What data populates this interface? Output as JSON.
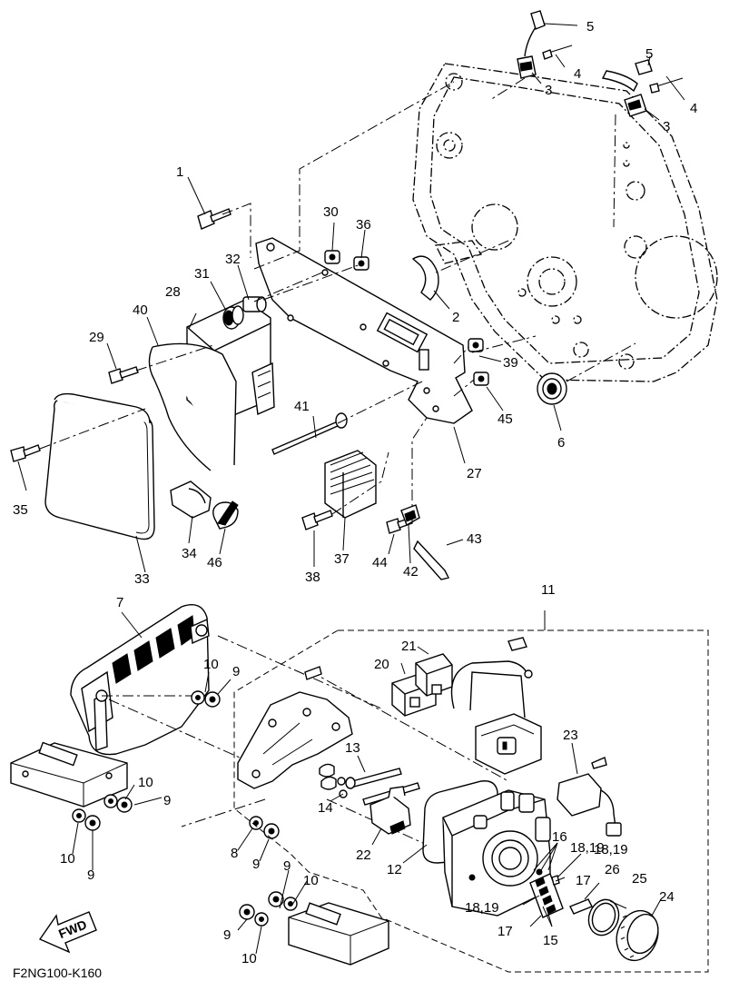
{
  "diagram": {
    "code": "F2NG100-K160",
    "direction_badge": "FWD",
    "callouts": {
      "c1": "1",
      "c2": "2",
      "c3a": "3",
      "c3b": "3",
      "c4a": "4",
      "c4b": "4",
      "c5a": "5",
      "c5b": "5",
      "c6": "6",
      "c7": "7",
      "c8": "8",
      "c9a": "9",
      "c9b": "9",
      "c9c": "9",
      "c9d": "9",
      "c9e": "9",
      "c9f": "9",
      "c10a": "10",
      "c10b": "10",
      "c10c": "10",
      "c10d": "10",
      "c10e": "10",
      "c11": "11",
      "c12": "12",
      "c13": "13",
      "c14": "14",
      "c15": "15",
      "c16": "16",
      "c17a": "17",
      "c17b": "17",
      "c18_19a": "18,19",
      "c18_19b": "18,19",
      "c18_19c": "18,19",
      "c20": "20",
      "c21": "21",
      "c22": "22",
      "c23": "23",
      "c24": "24",
      "c25": "25",
      "c26": "26",
      "c27": "27",
      "c28": "28",
      "c29": "29",
      "c30": "30",
      "c31": "31",
      "c32": "32",
      "c33": "33",
      "c34": "34",
      "c35": "35",
      "c36": "36",
      "c37": "37",
      "c38": "38",
      "c39": "39",
      "c40": "40",
      "c41": "41",
      "c42": "42",
      "c43": "43",
      "c44": "44",
      "c45": "45",
      "c46": "46"
    }
  }
}
